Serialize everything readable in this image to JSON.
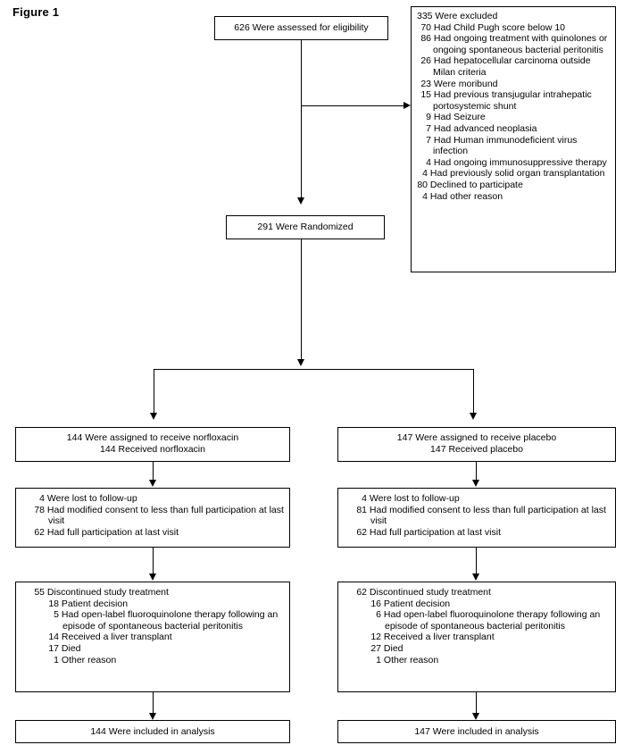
{
  "figure": {
    "title": "Figure 1"
  },
  "nodes": {
    "enrollment": {
      "text": "626 Were assessed for eligibility"
    },
    "excluded": {
      "heading": "335 Were excluded",
      "reasons": [
        {
          "num": "70",
          "text": "Had Child Pugh score below 10"
        },
        {
          "num": "86",
          "text": "Had ongoing treatment with quinolones or ongoing spontaneous bacterial peritonitis"
        },
        {
          "num": "26",
          "text": "Had hepatocellular carcinoma outside Milan criteria"
        },
        {
          "num": "23",
          "text": "Were moribund"
        },
        {
          "num": "15",
          "text": "Had previous transjugular intrahepatic   portosystemic shunt"
        },
        {
          "num": "9",
          "text": "Had Seizure"
        },
        {
          "num": "7",
          "text": "Had advanced neoplasia"
        },
        {
          "num": "7",
          "text": "Had Human immunodeficient virus infection"
        },
        {
          "num": "4",
          "text": "Had ongoing immunosuppressive therapy"
        },
        {
          "num": "4",
          "text": "Had previously solid organ transplantation"
        },
        {
          "num": "80",
          "text": "Declined to participate"
        },
        {
          "num": "4",
          "text": "Had other reason"
        }
      ]
    },
    "randomized": {
      "text": "291 Were Randomized"
    },
    "allocation_left": {
      "lines": [
        "144 Were assigned to receive norfloxacin",
        "144 Received norfloxacin"
      ]
    },
    "allocation_right": {
      "lines": [
        "147 Were assigned to receive placebo",
        "147 Received placebo"
      ]
    },
    "followup_left": {
      "entries": [
        {
          "num": "4",
          "text": "Were lost to follow-up"
        },
        {
          "num": "78",
          "text": "Had modified consent to less than full participation at last visit"
        },
        {
          "num": "62",
          "text": "Had full participation at last visit"
        }
      ]
    },
    "followup_right": {
      "entries": [
        {
          "num": "4",
          "text": "Were lost to follow-up"
        },
        {
          "num": "81",
          "text": "Had modified consent to less than full participation at last visit"
        },
        {
          "num": "62",
          "text": "Had full participation at last visit"
        }
      ]
    },
    "discontinued_left": {
      "heading_num": "55",
      "heading_text": "Discontinued study treatment",
      "entries": [
        {
          "num": "18",
          "text": "Patient decision"
        },
        {
          "num": "5",
          "text": "Had open-label fluoroquinolone therapy following an episode of spontaneous bacterial peritonitis"
        },
        {
          "num": "14",
          "text": "Received a liver transplant"
        },
        {
          "num": "17",
          "text": "Died"
        },
        {
          "num": "1",
          "text": "Other reason"
        }
      ]
    },
    "discontinued_right": {
      "heading_num": "62",
      "heading_text": "Discontinued study treatment",
      "entries": [
        {
          "num": "16",
          "text": "Patient decision"
        },
        {
          "num": "6",
          "text": "Had open-label fluoroquinolone therapy following an episode of spontaneous bacterial peritonitis"
        },
        {
          "num": "12",
          "text": "Received a liver transplant"
        },
        {
          "num": "27",
          "text": "Died"
        },
        {
          "num": "1",
          "text": "Other reason"
        }
      ]
    },
    "analysis_left": {
      "text": "144 Were included in analysis"
    },
    "analysis_right": {
      "text": "147 Were included in analysis"
    }
  },
  "colors": {
    "line": "#000000",
    "text": "#000000",
    "background": "#ffffff"
  }
}
